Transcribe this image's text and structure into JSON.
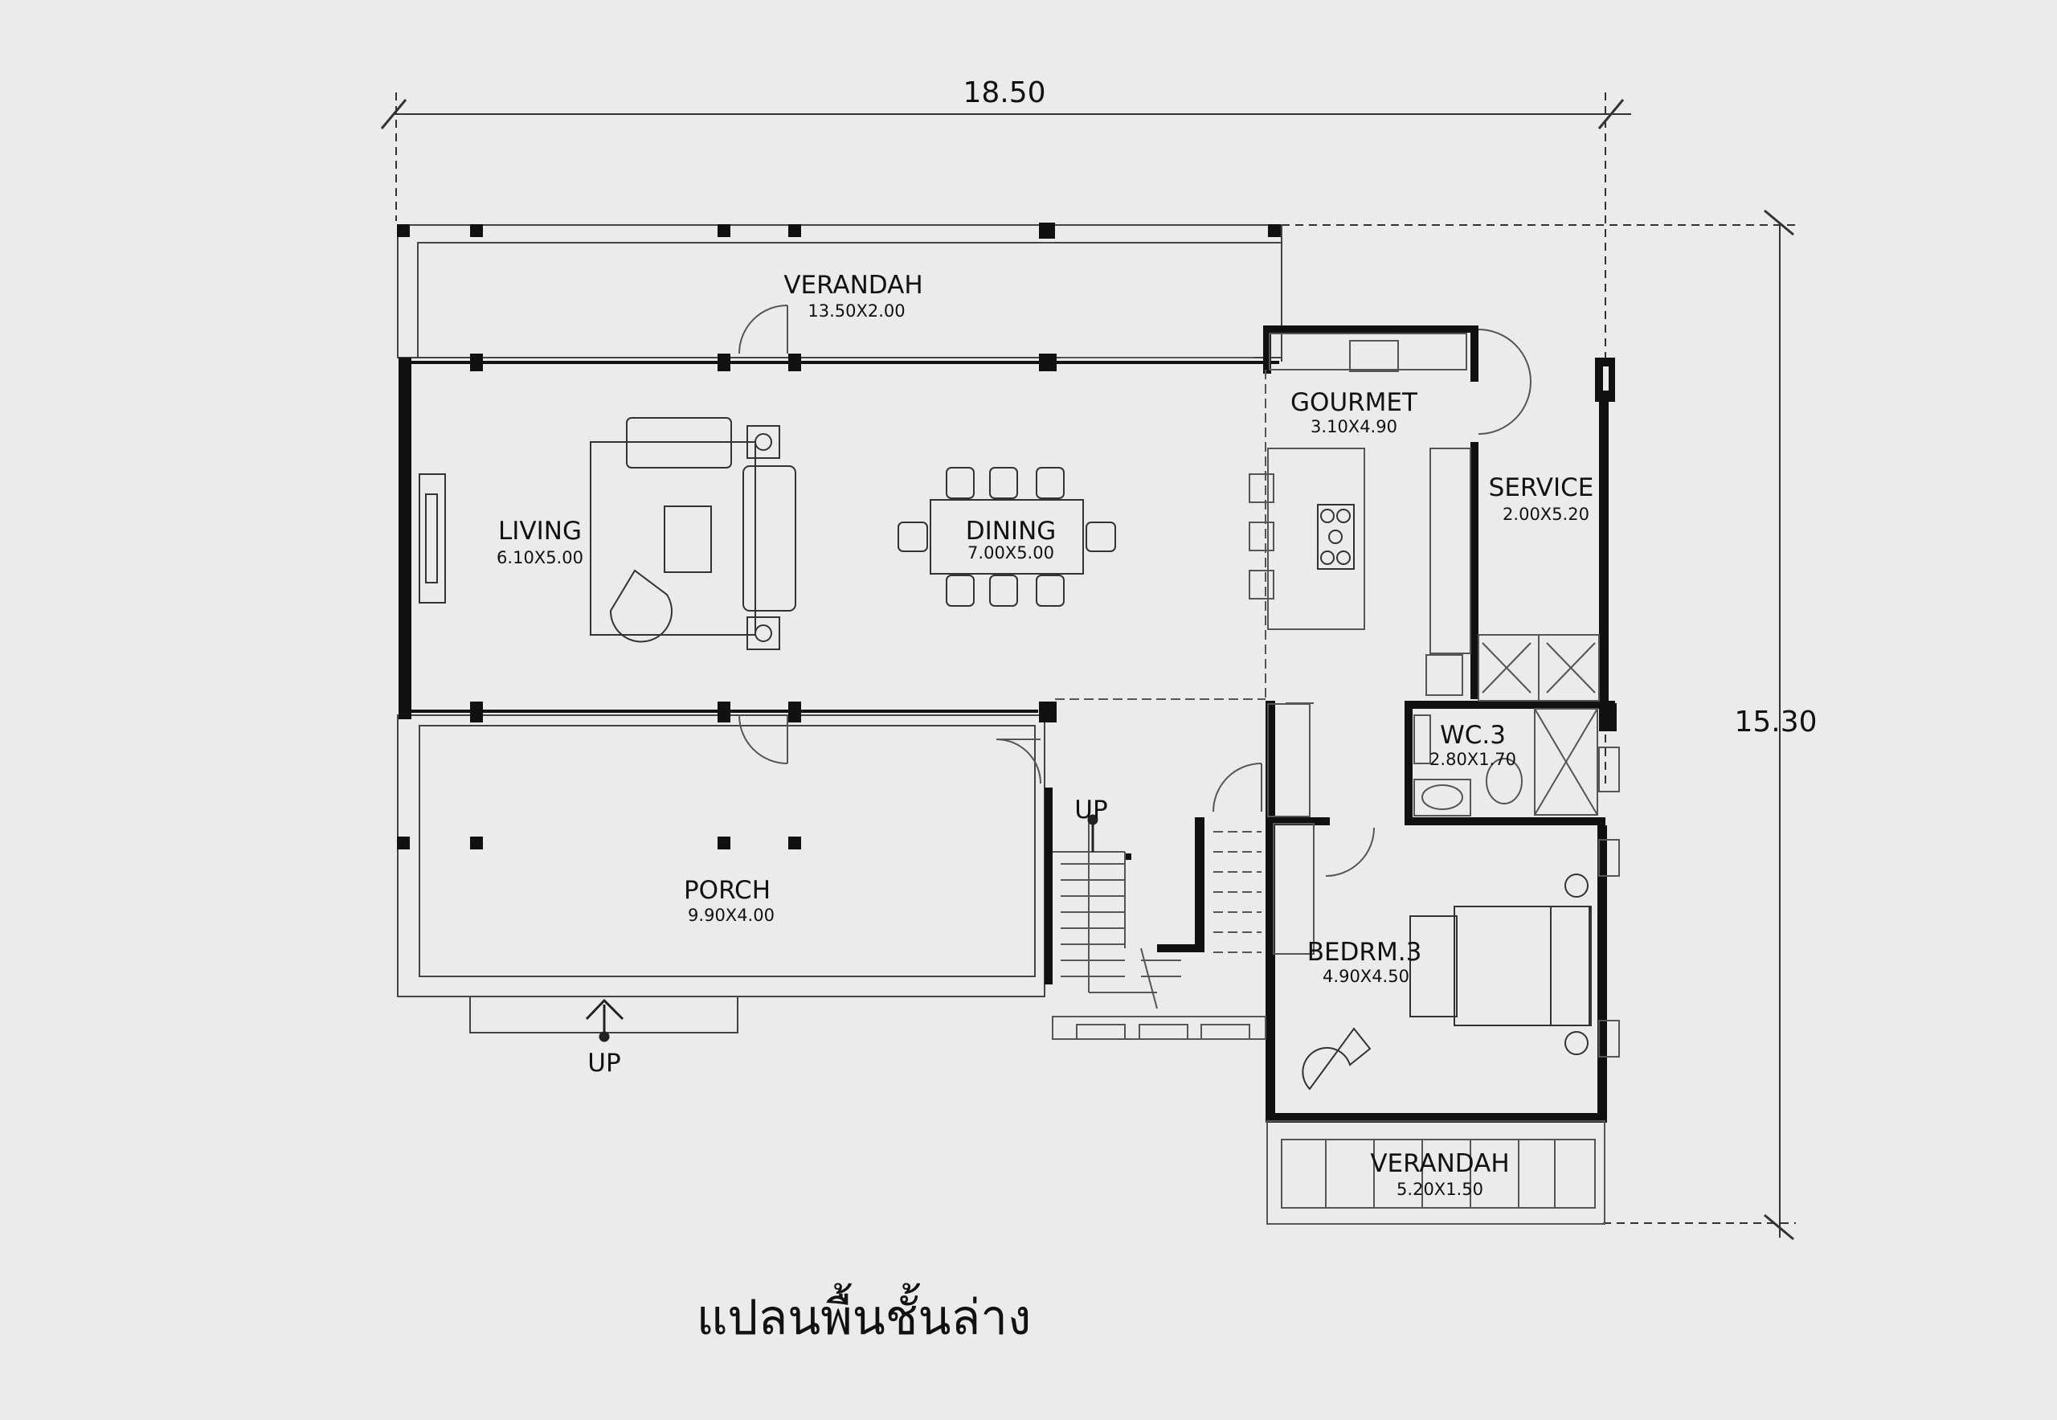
{
  "plan": {
    "title": "แปลนพื้นชั้นล่าง",
    "overall_width": "18.50",
    "overall_depth": "15.30",
    "rooms": [
      {
        "name": "VERANDAH",
        "size": "13.50X2.00"
      },
      {
        "name": "LIVING",
        "size": "6.10X5.00"
      },
      {
        "name": "DINING",
        "size": "7.00X5.00"
      },
      {
        "name": "GOURMET",
        "size": "3.10X4.90"
      },
      {
        "name": "SERVICE",
        "size": "2.00X5.20"
      },
      {
        "name": "WC.3",
        "size": "2.80X1.70"
      },
      {
        "name": "PORCH",
        "size": "9.90X4.00"
      },
      {
        "name": "BEDRM.3",
        "size": "4.90X4.50"
      },
      {
        "name": "VERANDAH",
        "size": "5.20X1.50"
      }
    ],
    "stair_label": "UP",
    "entry_label": "UP"
  }
}
